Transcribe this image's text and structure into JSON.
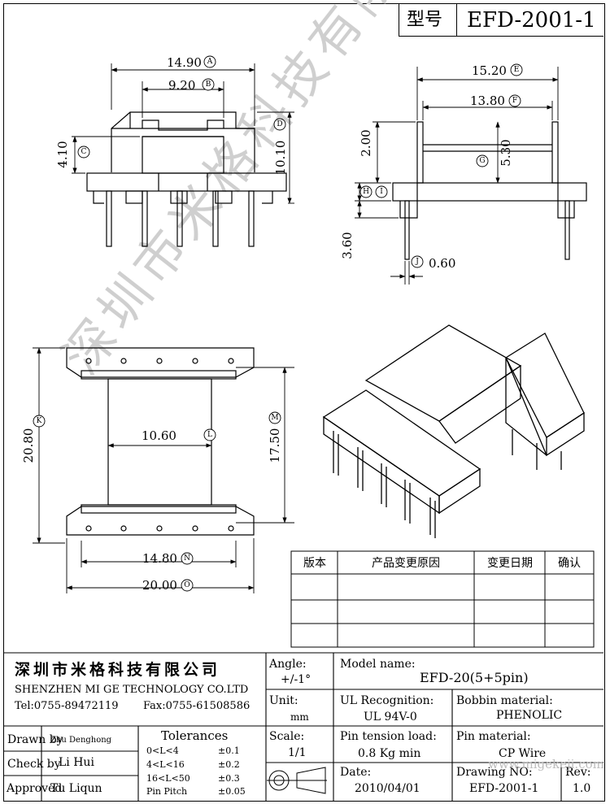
{
  "header": {
    "type_label": "型号",
    "part_no": "EFD-2001-1"
  },
  "watermark": "深圳市米格科技有限公司",
  "dims": {
    "a": "14.90",
    "b": "9.20",
    "c": "4.10",
    "d": "10.10",
    "e": "15.20",
    "f": "13.80",
    "g": "5.30",
    "h_top": "2.00",
    "h_i": "3.60",
    "j": "0.60",
    "k": "20.80",
    "l": "10.60",
    "m": "17.50",
    "n": "14.80",
    "o": "20.00"
  },
  "callouts": {
    "a": "A",
    "b": "B",
    "c": "C",
    "d": "D",
    "e": "E",
    "f": "F",
    "g": "G",
    "h": "H",
    "i": "I",
    "j": "J",
    "k": "K",
    "l": "L",
    "m": "M",
    "n": "N",
    "o": "O"
  },
  "revision_table": {
    "headers": [
      "版本",
      "产品变更原因",
      "变更日期",
      "确认"
    ]
  },
  "company": {
    "name_cn": "深圳市米格科技有限公司",
    "name_en": "SHENZHEN  MI GE TECHNOLOGY  CO.LTD",
    "tel": "Tel:0755-89472119",
    "fax": "Fax:0755-61508586"
  },
  "people": {
    "drawn_label": "Drawn by",
    "drawn_name": "Zhu Denghong",
    "check_label": "Check by",
    "check_name": "Li Hui",
    "approved_label": "Approved",
    "approved_name": "Tu Liqun"
  },
  "tolerances": {
    "title": "Tolerances",
    "rows": [
      {
        "range": "0<L<4",
        "tol": "±0.1"
      },
      {
        "range": "4<L<16",
        "tol": "±0.2"
      },
      {
        "range": "16<L<50",
        "tol": "±0.3"
      },
      {
        "range": "Pin Pitch",
        "tol": "±0.05"
      }
    ]
  },
  "fields": {
    "angle_label": "Angle:",
    "angle_value": "+/-1°",
    "unit_label": "Unit:",
    "unit_value": "mm",
    "scale_label": "Scale:",
    "scale_value": "1/1",
    "model_label": "Model name:",
    "model_value": "EFD-20(5+5pin)",
    "ul_label": "UL Recognition:",
    "ul_value": "UL 94V-0",
    "bobbin_label": "Bobbin material:",
    "bobbin_value": "PHENOLIC",
    "pin_tension_label": "Pin tension load:",
    "pin_tension_value": "0.8 Kg min",
    "pin_material_label": "Pin material:",
    "pin_material_value": "CP Wire",
    "date_label": "Date:",
    "date_value": "2010/04/01",
    "drawing_label": "Drawing NO:",
    "drawing_value": "EFD-2001-1",
    "rev_label": "Rev:",
    "rev_value": "1.0"
  },
  "website": "www.migekeji.com"
}
